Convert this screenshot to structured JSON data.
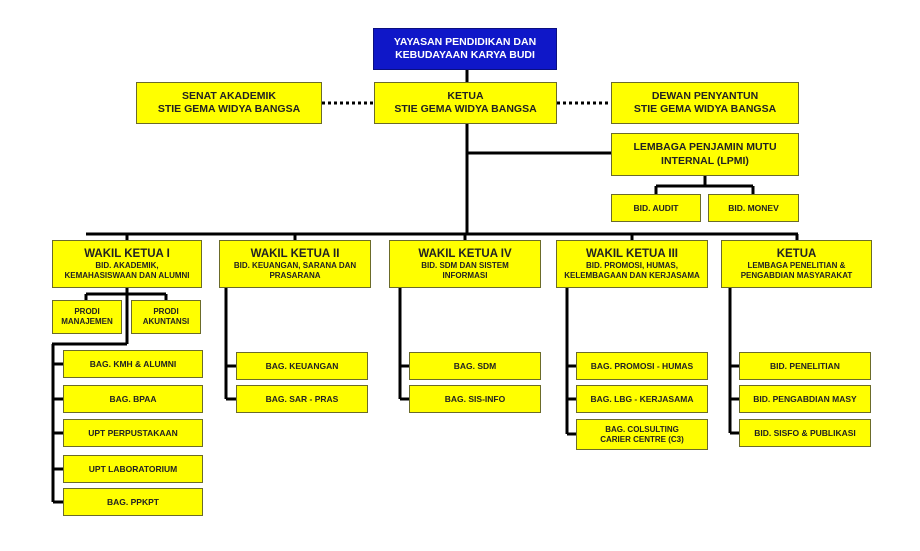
{
  "colors": {
    "box_fill": "#ffff00",
    "top_fill": "#0f17c8",
    "line": "#000000"
  },
  "top": {
    "line1": "YAYASAN PENDIDIKAN DAN",
    "line2": "KEBUDAYAAN KARYA BUDI"
  },
  "ketua": {
    "line1": "KETUA",
    "line2": "STIE GEMA WIDYA BANGSA"
  },
  "senat": {
    "line1": "SENAT AKADEMIK",
    "line2": "STIE GEMA WIDYA BANGSA"
  },
  "dewan": {
    "line1": "DEWAN PENYANTUN",
    "line2": "STIE GEMA WIDYA BANGSA"
  },
  "lpmi": {
    "line1": "LEMBAGA PENJAMIN MUTU",
    "line2": "INTERNAL (LPMI)",
    "children": [
      "BID. AUDIT",
      "BID. MONEV"
    ]
  },
  "units": [
    {
      "title": "WAKIL KETUA I",
      "sub1": "BID. AKADEMIK,",
      "sub2": "KEMAHASISWAAN DAN ALUMNI",
      "prodi": [
        {
          "l1": "PRODI",
          "l2": "MANAJEMEN"
        },
        {
          "l1": "PRODI",
          "l2": "AKUNTANSI"
        }
      ],
      "children": [
        "BAG. KMH & ALUMNI",
        "BAG. BPAA",
        "UPT PERPUSTAKAAN",
        "UPT LABORATORIUM",
        "BAG. PPKPT"
      ]
    },
    {
      "title": "WAKIL KETUA II",
      "sub1": "BID. KEUANGAN, SARANA DAN",
      "sub2": "PRASARANA",
      "children": [
        "BAG. KEUANGAN",
        "BAG. SAR - PRAS"
      ]
    },
    {
      "title": "WAKIL KETUA IV",
      "sub1": "BID. SDM DAN SISTEM",
      "sub2": "INFORMASI",
      "children": [
        "BAG. SDM",
        "BAG. SIS-INFO"
      ]
    },
    {
      "title": "WAKIL KETUA III",
      "sub1": "BID. PROMOSI, HUMAS,",
      "sub2": "KELEMBAGAAN DAN KERJASAMA",
      "children": [
        "BAG. PROMOSI - HUMAS",
        "BAG. LBG - KERJASAMA",
        "BAG. COLSULTING CARIER CENTRE (C3)"
      ]
    },
    {
      "title": "KETUA",
      "sub1": "LEMBAGA PENELITIAN &",
      "sub2": "PENGABDIAN MASYARAKAT",
      "children": [
        "BID. PENELITIAN",
        "BID. PENGABDIAN MASY",
        "BID. SISFO & PUBLIKASI"
      ]
    }
  ]
}
